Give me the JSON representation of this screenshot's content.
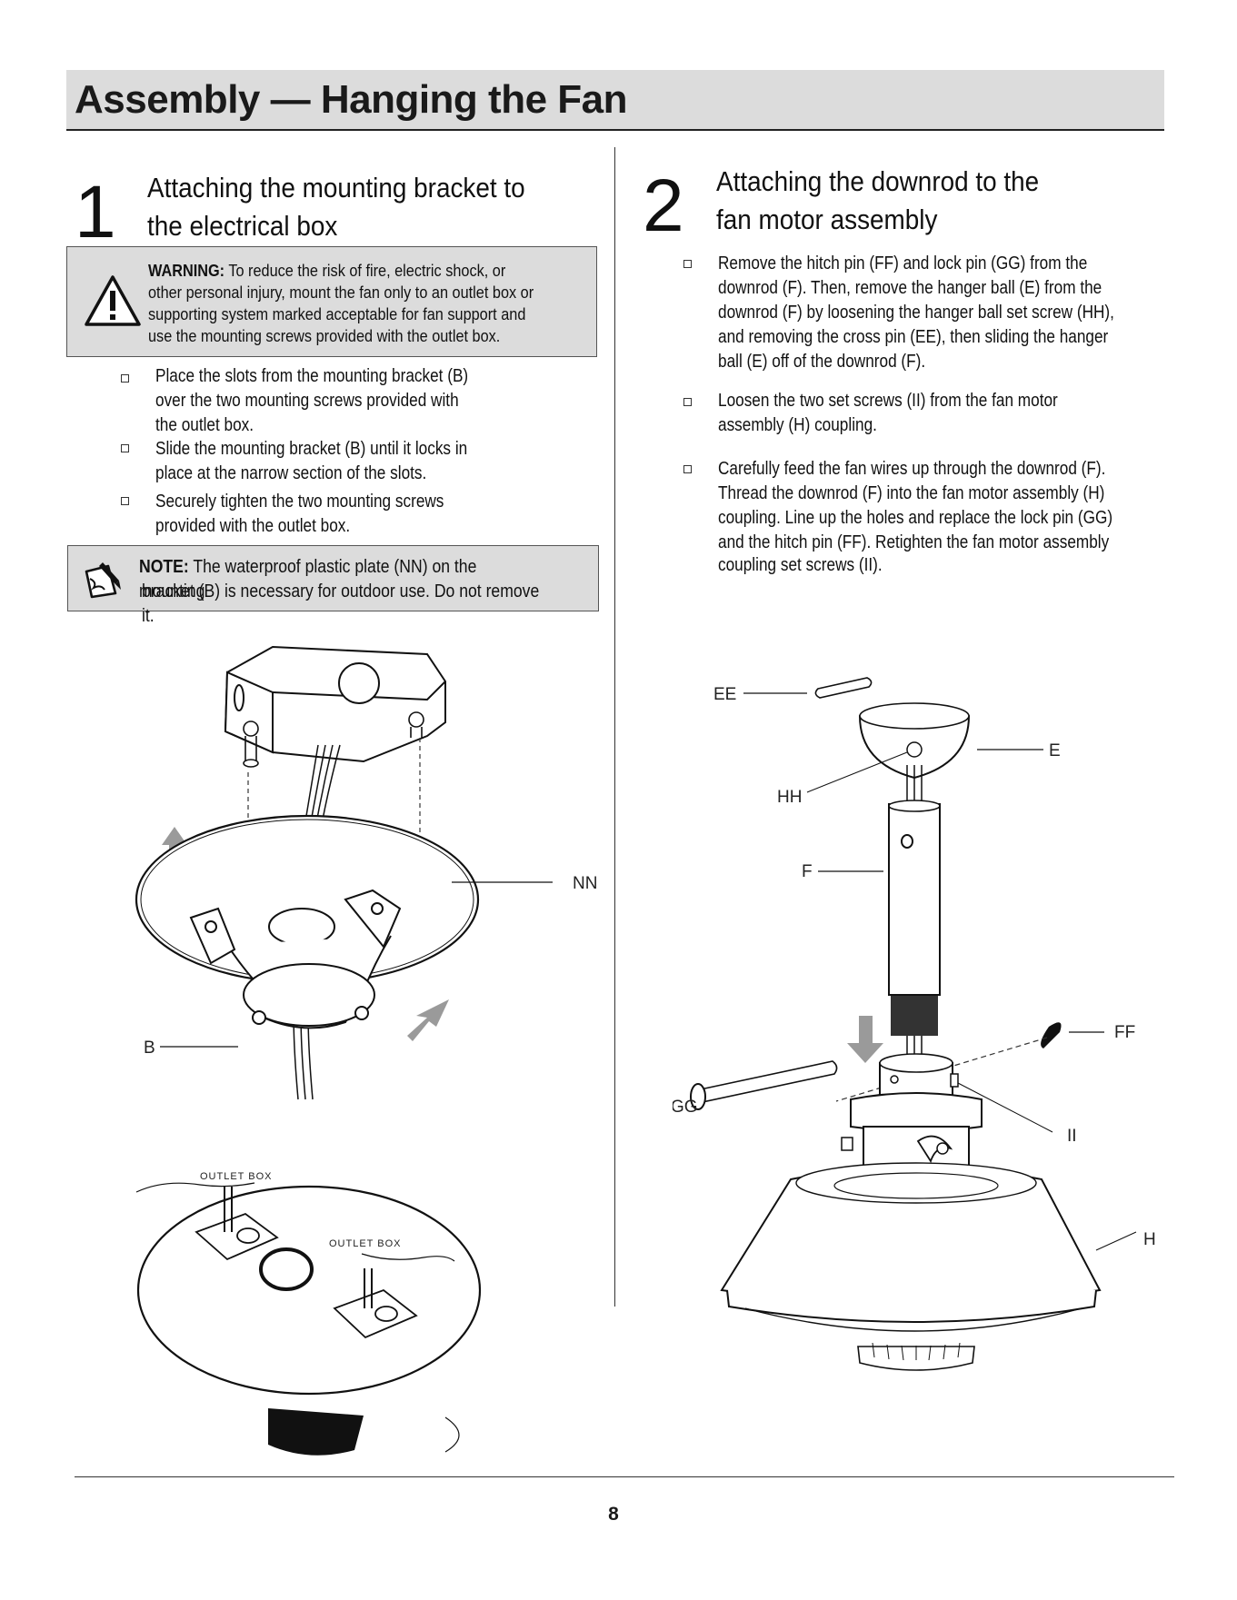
{
  "header": {
    "title": "Assembly — Hanging the Fan"
  },
  "step1": {
    "number": "1",
    "title_line1": "Attaching the mounting bracket to",
    "title_line2": "the electrical box",
    "warning": {
      "label": "WARNING:",
      "line1": " To reduce the risk of fire, electric shock, or",
      "line2": "other personal injury, mount the fan only to an outlet box or",
      "line3": "supporting system marked acceptable for fan support and",
      "line4": "use the mounting screws provided with the outlet box."
    },
    "bullets": [
      {
        "lines": [
          "Place the slots from the mounting bracket (B)",
          "over the two mounting screws provided with",
          "the outlet box."
        ]
      },
      {
        "lines": [
          "Slide the mounting bracket (B) until it locks in",
          "place at the narrow section of the slots."
        ]
      },
      {
        "lines": [
          "Securely tighten the two mounting screws",
          "provided with the outlet box."
        ]
      }
    ],
    "note": {
      "label": "NOTE:",
      "line1": " The waterproof plastic plate (NN) on the mounting",
      "line2": "bracket (B) is necessary for outdoor use. Do not remove it."
    },
    "diagram_labels": {
      "nn": "NN",
      "b": "B",
      "outlet_box_1": "OUTLET BOX",
      "outlet_box_2": "OUTLET BOX"
    }
  },
  "step2": {
    "number": "2",
    "title_line1": "Attaching the downrod to the",
    "title_line2": "fan motor assembly",
    "bullets": [
      {
        "lines": [
          "Remove the hitch pin (FF) and lock pin (GG) from the",
          "downrod (F). Then, remove the hanger ball (E) from the",
          "downrod (F) by loosening the hanger ball set screw (HH),",
          "and removing the cross pin (EE), then sliding the hanger",
          "ball (E) off of the downrod (F)."
        ]
      },
      {
        "lines": [
          "Loosen the two set screws (II) from the fan motor",
          "assembly (H) coupling."
        ]
      },
      {
        "lines": [
          "Carefully feed the fan wires up through the downrod (F).",
          "Thread the downrod (F) into the fan motor assembly (H)",
          "coupling. Line up the holes and replace the lock pin (GG)",
          "and the hitch pin (FF). Retighten the fan motor assembly",
          "coupling set screws (II)."
        ]
      }
    ],
    "diagram_labels": {
      "ee": "EE",
      "e": "E",
      "hh": "HH",
      "f": "F",
      "ff": "FF",
      "gg": "GG",
      "ii": "II",
      "h": "H"
    }
  },
  "footer": {
    "page_number": "8"
  },
  "icons": {
    "warning": "warning-triangle-icon",
    "note": "note-pencil-icon",
    "arrow": "arrow-icon"
  }
}
